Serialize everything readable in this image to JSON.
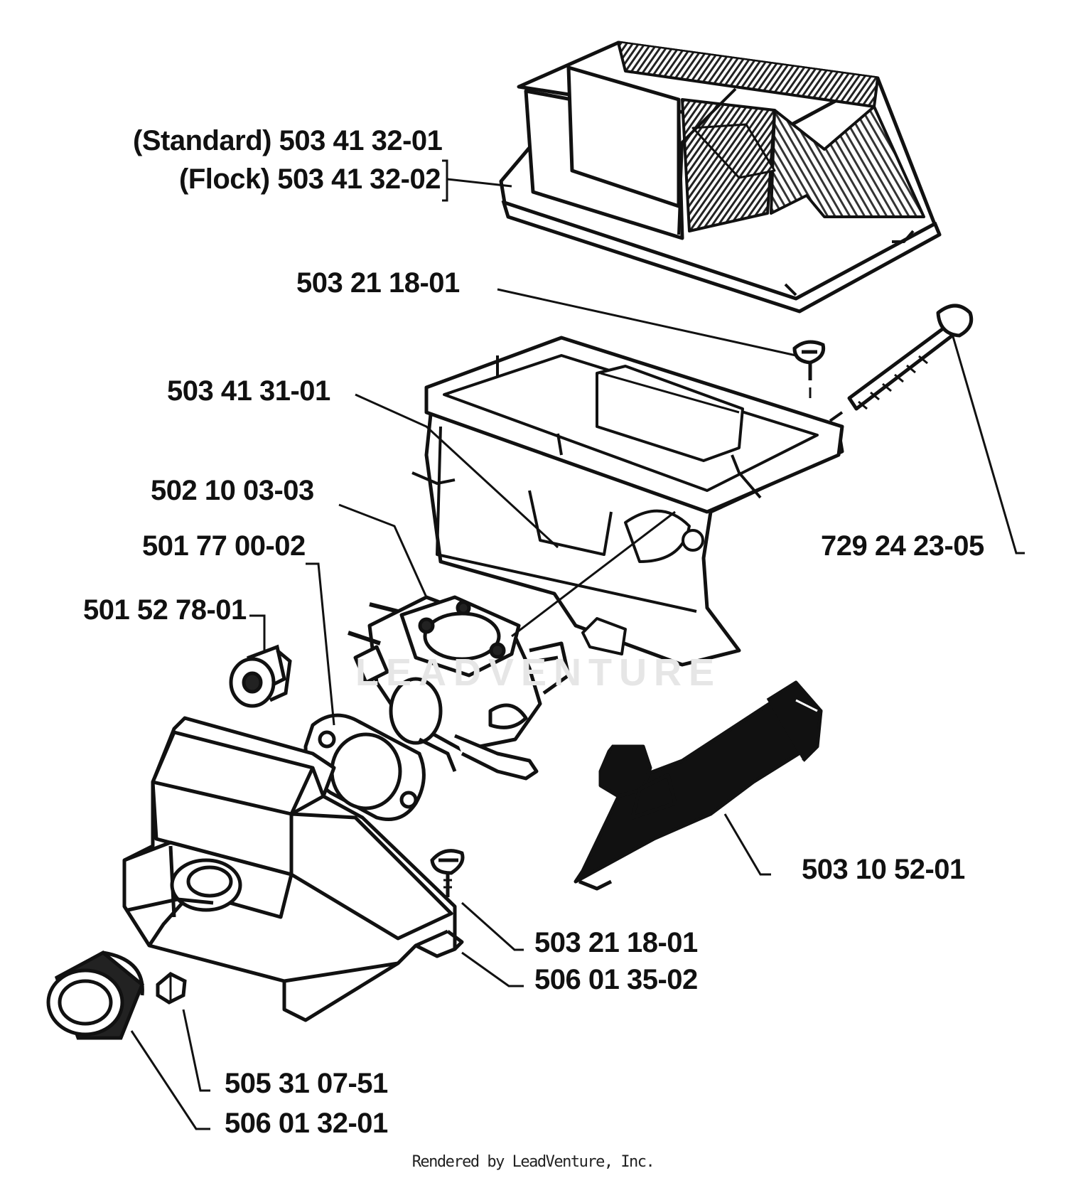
{
  "labels": {
    "air_filter_standard": "(Standard) 503 41 32-01",
    "air_filter_flock": "(Flock) 503 41 32-02",
    "screw_top": "503 21 18-01",
    "filter_holder": "503 41 31-01",
    "carburetor": "502 10 03-03",
    "gasket": "501 77 00-02",
    "clip": "501 52 78-01",
    "bolt": "729 24 23-05",
    "throttle_lever": "503 10 52-01",
    "screw_bottom": "503 21 18-01",
    "intake_bracket": "506 01 35-02",
    "nut": "505 31 07-51",
    "sleeve": "506 01 32-01"
  },
  "footer": "Rendered by LeadVenture, Inc.",
  "watermark": "LEADVENTURE",
  "colors": {
    "ink": "#111111",
    "paper": "#ffffff",
    "watermark": "#e6e6e6"
  }
}
